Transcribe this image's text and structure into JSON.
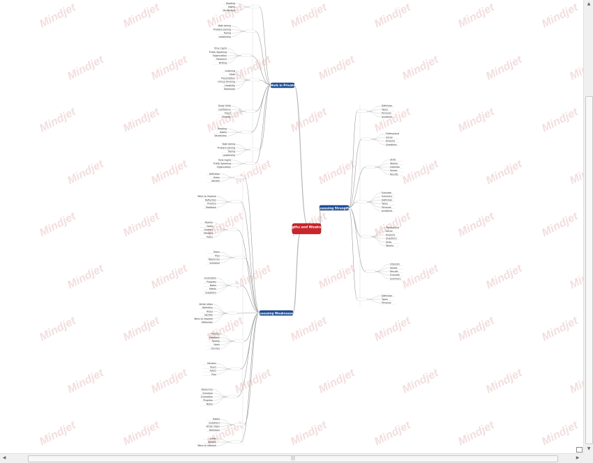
{
  "map": {
    "center": "Strengths and Weaknesses",
    "branches": {
      "work": "Work in Private",
      "strengths": "Assessing Strengths",
      "weaknesses": "Assessing Weaknesses"
    },
    "watermark": "Mindjet",
    "labels_top": [
      "Reading",
      "Habits",
      "Vocabulary",
      "Note taking",
      "Problem solving",
      "Typing",
      "Leadership",
      "Time mgmt",
      "Public Speaking",
      "Organization",
      "Research",
      "Writing",
      "Listening",
      "Math",
      "Presentation",
      "Critical thinking",
      "Creativity",
      "Teamwork",
      "Study Skills",
      "Confidence",
      "Focus",
      "Memory"
    ],
    "labels_bottom": [
      "Definition",
      "Areas",
      "Identify",
      "Ways to Improve",
      "Reflection",
      "Practice",
      "Feedback",
      "Review",
      "Goals",
      "Courses",
      "Mentors",
      "Peers",
      "Tutors",
      "Plan",
      "Resources",
      "Schedule",
      "Evaluation",
      "Progress",
      "Notes",
      "Habits",
      "Questions",
      "Action steps"
    ],
    "labels_right": [
      "Definition",
      "Types",
      "Personal",
      "Academic",
      "Professional",
      "Social",
      "Analysis",
      "Questions",
      "Skills",
      "Talents",
      "Interests",
      "Values",
      "Results",
      "Evaluate",
      "Summary"
    ]
  },
  "scroll": {
    "h_grip": "|||"
  }
}
